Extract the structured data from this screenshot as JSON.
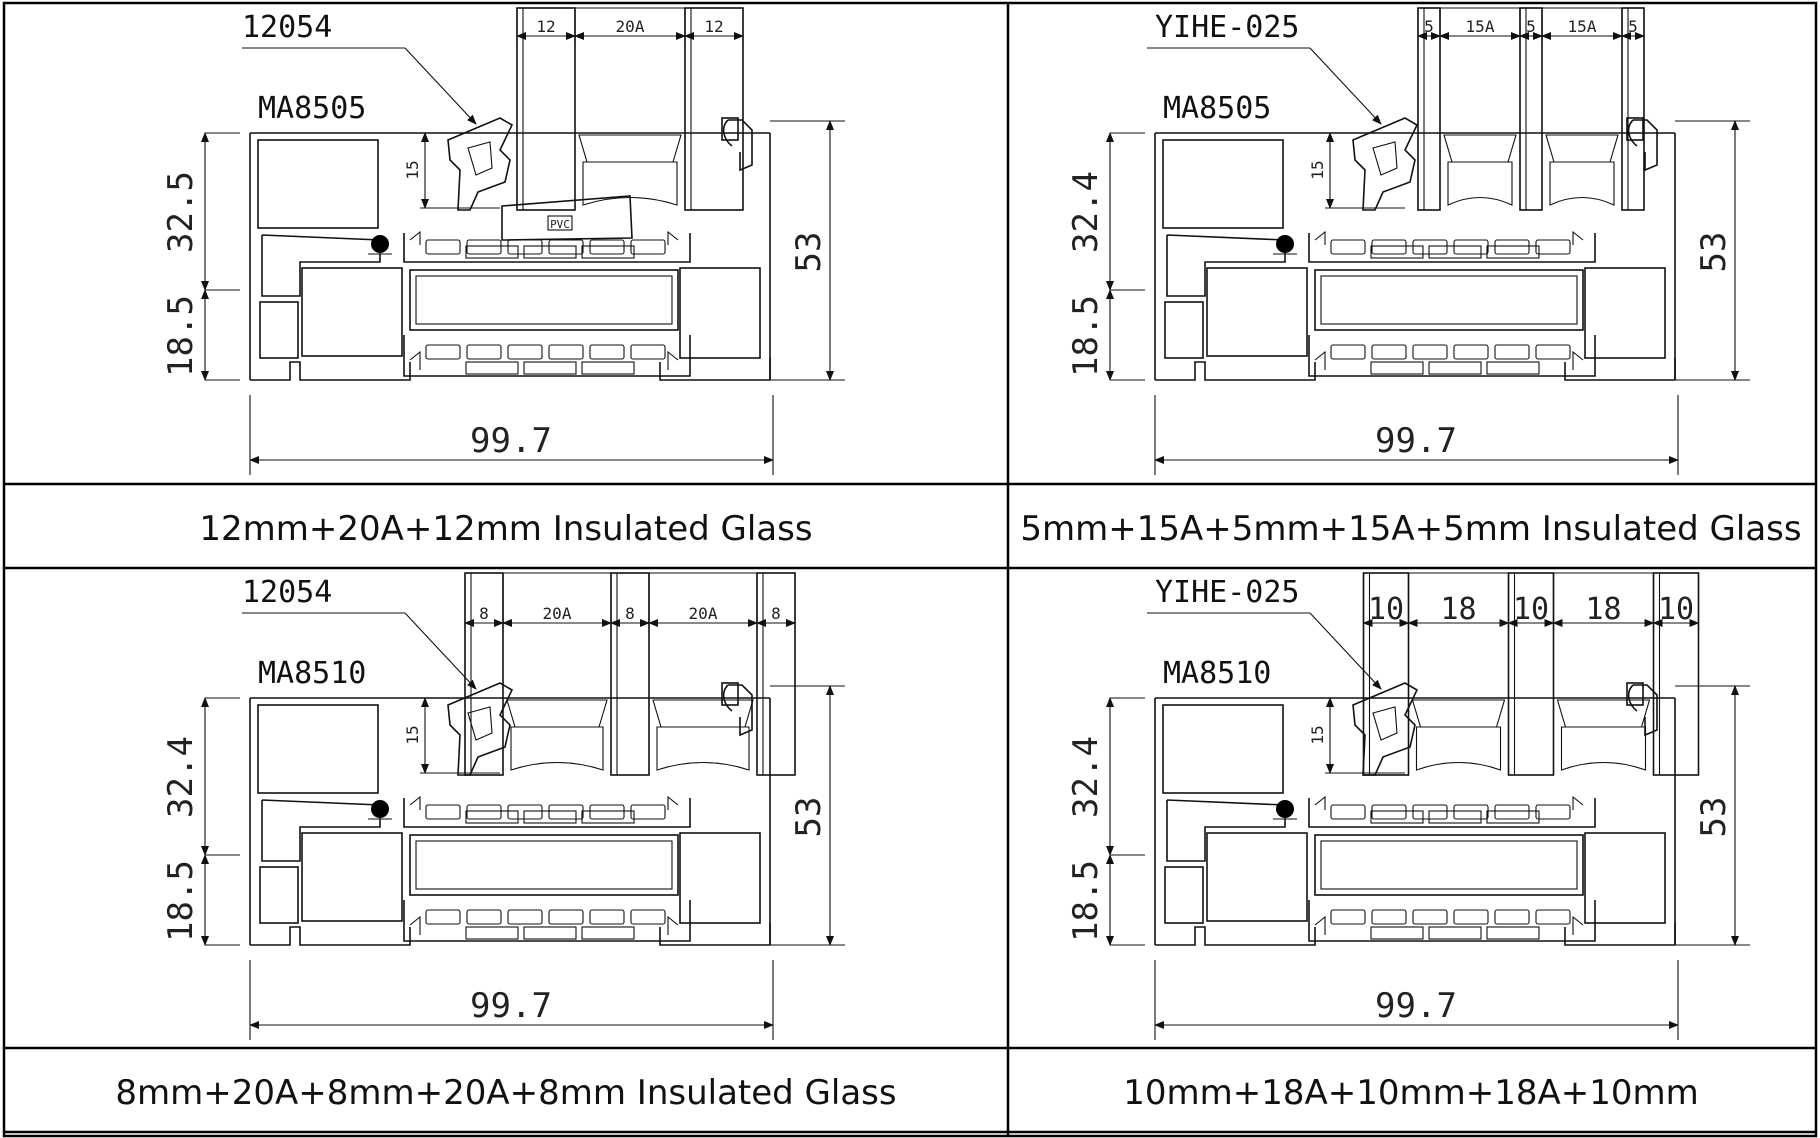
{
  "panels": [
    {
      "id": "top-left",
      "caption": "12mm+20A+12mm Insulated Glass",
      "gasket_label": "12054",
      "profile_label": "MA8505",
      "dim_upper": "32.5",
      "dim_lower": "18.5",
      "dim_height": "53",
      "dim_width": "99.7",
      "dim_bead": "15",
      "glass_dims": [
        "12",
        "20A",
        "12"
      ],
      "glass_dim_size": "sm",
      "block_label": "PVC"
    },
    {
      "id": "top-right",
      "caption": "5mm+15A+5mm+15A+5mm Insulated Glass",
      "gasket_label": "YIHE-025",
      "profile_label": "MA8505",
      "dim_upper": "32.4",
      "dim_lower": "18.5",
      "dim_height": "53",
      "dim_width": "99.7",
      "dim_bead": "15",
      "glass_dims": [
        "5",
        "15A",
        "5",
        "15A",
        "5"
      ],
      "glass_dim_size": "sm"
    },
    {
      "id": "bottom-left",
      "caption": "8mm+20A+8mm+20A+8mm Insulated Glass",
      "gasket_label": "12054",
      "profile_label": "MA8510",
      "dim_upper": "32.4",
      "dim_lower": "18.5",
      "dim_height": "53",
      "dim_width": "99.7",
      "dim_bead": "15",
      "glass_dims": [
        "8",
        "20A",
        "8",
        "20A",
        "8"
      ],
      "glass_dim_size": "sm"
    },
    {
      "id": "bottom-right",
      "caption": "10mm+18A+10mm+18A+10mm",
      "gasket_label": "YIHE-025",
      "profile_label": "MA8510",
      "dim_upper": "32.4",
      "dim_lower": "18.5",
      "dim_height": "53",
      "dim_width": "99.7",
      "dim_bead": "15",
      "glass_dims": [
        "10",
        "18",
        "10",
        "18",
        "10"
      ],
      "glass_dim_size": "md"
    }
  ]
}
